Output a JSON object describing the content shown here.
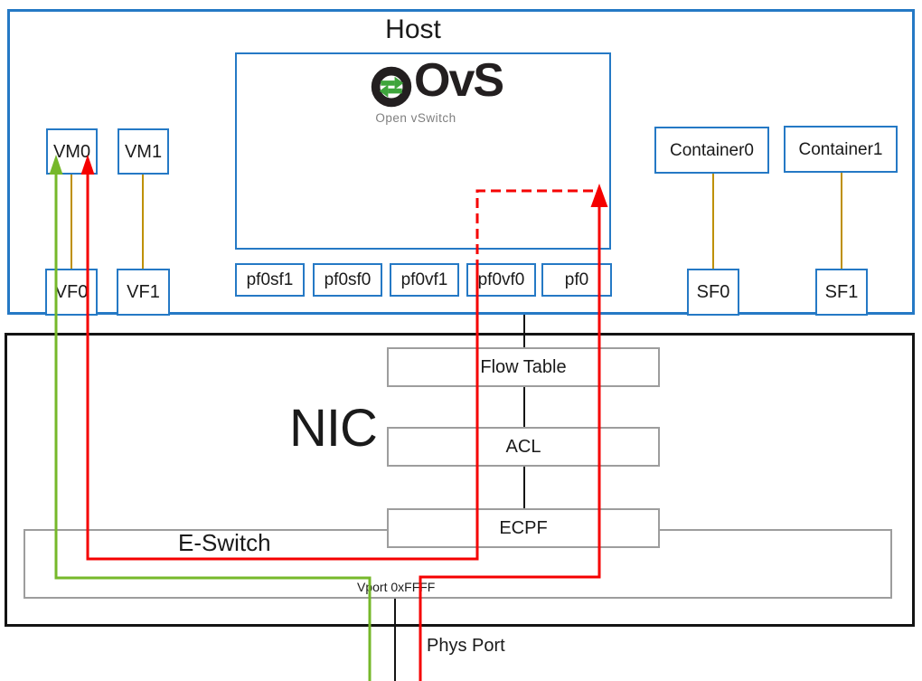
{
  "host": {
    "title": "Host",
    "ovs_logo": {
      "text": "OvS",
      "subtitle": "Open vSwitch"
    },
    "vms": {
      "vm0": "VM0",
      "vm1": "VM1"
    },
    "containers": {
      "container0": "Container0",
      "container1": "Container1"
    },
    "ports": {
      "vf0": "VF0",
      "vf1": "VF1",
      "pf0sf1": "pf0sf1",
      "pf0sf0": "pf0sf0",
      "pf0vf1": "pf0vf1",
      "pf0vf0": "pf0vf0",
      "pf0": "pf0",
      "sf0": "SF0",
      "sf1": "SF1"
    }
  },
  "nic": {
    "title": "NIC",
    "flow_table": "Flow Table",
    "acl": "ACL",
    "ecpf": "ECPF",
    "eswitch": "E-Switch",
    "vport": "Vport 0xFFFF",
    "phys_port": "Phys Port"
  },
  "connections": {
    "gold_links": [
      "VM0-VF0",
      "VM1-VF1",
      "Container0-SF0",
      "Container1-SF1"
    ],
    "black_links": [
      "Host-Flow Table",
      "Flow Table-ACL",
      "ACL-ECPF",
      "E-Switch bottom-Phys Port"
    ],
    "green_arrow": "from Phys Port through E-Switch and VF0 up into VM0",
    "red_arrow_miss": "from Phys Port up through E-Switch/ECPF/ACL/Flow Table, arrowhead at dashed corner",
    "red_dashed": "exception path from arrow corner into pf0vf0",
    "red_arrow_reply": "from pf0vf0 down through E-Switch, left and up through VF0 into VM0"
  },
  "colors": {
    "box_border_blue": "#2579C5",
    "gray_border": "#9D9D9D",
    "nic_border": "#141414",
    "flow_green": "#76B82A",
    "flow_red": "#F50000",
    "link_gold": "#BE9000",
    "ovs_green": "#3EA53C",
    "ovs_black": "#231F20",
    "subtitle_gray": "#7F7F7F"
  }
}
